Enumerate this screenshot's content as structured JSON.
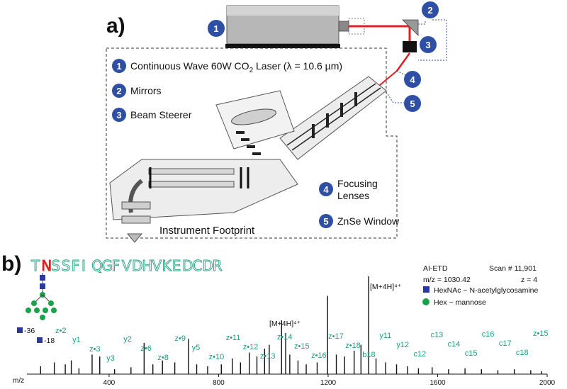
{
  "panel_a": {
    "label": "a)",
    "badges": [
      "1",
      "2",
      "3",
      "4",
      "5"
    ],
    "legend": [
      {
        "num": "1",
        "text": "Continuous Wave 60W CO",
        "sub": "2",
        "tail": " Laser (λ = 10.6 µm)"
      },
      {
        "num": "2",
        "text": "Mirrors"
      },
      {
        "num": "3",
        "text": "Beam Steerer"
      }
    ],
    "legend_right": [
      {
        "num": "4",
        "lines": [
          "Focusing",
          "Lenses"
        ]
      },
      {
        "num": "5",
        "lines": [
          "ZnSe Window"
        ]
      }
    ],
    "footprint_label": "Instrument Footprint"
  },
  "panel_b": {
    "label": "b)",
    "sequence": [
      "T",
      "N",
      "S",
      "S",
      "F",
      "I",
      "Q",
      "G",
      "F",
      "V",
      "D",
      "H",
      "V",
      "K",
      "E",
      "D",
      "C",
      "D",
      "R"
    ],
    "sequence_highlight_index": 1,
    "method": "AI-ETD",
    "scan": "Scan # 11,901",
    "mz_label": "m/z = 1030.42",
    "charge": "z = 4",
    "legend": [
      {
        "shape": "square",
        "text": "HexNAc ~ N-acetylglycosamine"
      },
      {
        "shape": "circle",
        "text": "Hex ~ mannose"
      }
    ],
    "precursor_labels": [
      "[M+4H]⁴⁺",
      "[M+4H]⁴⁺"
    ],
    "neutral_losses": [
      "-36",
      "-18"
    ],
    "colors": {
      "hexnac": "#2b3a9a",
      "hex": "#1aa24a",
      "fragment": "#1f9e7d",
      "badge": "#2e4fa3",
      "laser": "#e02020",
      "asn_highlight": "#e02020"
    }
  },
  "chart_data": {
    "type": "bar",
    "title": "",
    "xlabel": "m/z",
    "ylabel": "",
    "xlim": [
      100,
      2000
    ],
    "xticks": [
      "400",
      "800",
      "1200",
      "1600",
      "2000"
    ],
    "fragment_labels": [
      "z•2",
      "y1",
      "z•3",
      "y3",
      "y2",
      "z•6",
      "z•8",
      "z•9",
      "y5",
      "z•10",
      "z•11",
      "z•12",
      "z•13",
      "z•14",
      "z•15",
      "z•16",
      "z•17",
      "z•18",
      "b18",
      "y11",
      "y12",
      "c12",
      "c13",
      "c14",
      "c15",
      "c16",
      "c17",
      "c18",
      "z•15"
    ],
    "peaks": [
      {
        "mz": 150,
        "rel": 0.08
      },
      {
        "mz": 200,
        "rel": 0.12
      },
      {
        "mz": 240,
        "rel": 0.1
      },
      {
        "mz": 262,
        "rel": 0.14
      },
      {
        "mz": 290,
        "rel": 0.06
      },
      {
        "mz": 338,
        "rel": 0.2
      },
      {
        "mz": 366,
        "rel": 0.18
      },
      {
        "mz": 420,
        "rel": 0.05
      },
      {
        "mz": 480,
        "rel": 0.07
      },
      {
        "mz": 528,
        "rel": 0.32
      },
      {
        "mz": 560,
        "rel": 0.1
      },
      {
        "mz": 595,
        "rel": 0.14
      },
      {
        "mz": 640,
        "rel": 0.12
      },
      {
        "mz": 690,
        "rel": 0.36
      },
      {
        "mz": 720,
        "rel": 0.1
      },
      {
        "mz": 760,
        "rel": 0.08
      },
      {
        "mz": 810,
        "rel": 0.1
      },
      {
        "mz": 850,
        "rel": 0.16
      },
      {
        "mz": 880,
        "rel": 0.12
      },
      {
        "mz": 912,
        "rel": 0.22
      },
      {
        "mz": 940,
        "rel": 0.18
      },
      {
        "mz": 968,
        "rel": 0.26
      },
      {
        "mz": 985,
        "rel": 0.3
      },
      {
        "mz": 1030,
        "rel": 0.55
      },
      {
        "mz": 1045,
        "rel": 0.42
      },
      {
        "mz": 1060,
        "rel": 0.2
      },
      {
        "mz": 1090,
        "rel": 0.14
      },
      {
        "mz": 1120,
        "rel": 0.1
      },
      {
        "mz": 1160,
        "rel": 0.12
      },
      {
        "mz": 1198,
        "rel": 0.8
      },
      {
        "mz": 1230,
        "rel": 0.2
      },
      {
        "mz": 1260,
        "rel": 0.18
      },
      {
        "mz": 1295,
        "rel": 0.24
      },
      {
        "mz": 1320,
        "rel": 0.3
      },
      {
        "mz": 1348,
        "rel": 1.0
      },
      {
        "mz": 1375,
        "rel": 0.16
      },
      {
        "mz": 1410,
        "rel": 0.12
      },
      {
        "mz": 1450,
        "rel": 0.1
      },
      {
        "mz": 1490,
        "rel": 0.08
      },
      {
        "mz": 1530,
        "rel": 0.06
      },
      {
        "mz": 1580,
        "rel": 0.07
      },
      {
        "mz": 1640,
        "rel": 0.05
      },
      {
        "mz": 1700,
        "rel": 0.06
      },
      {
        "mz": 1760,
        "rel": 0.05
      },
      {
        "mz": 1820,
        "rel": 0.04
      },
      {
        "mz": 1880,
        "rel": 0.05
      },
      {
        "mz": 1940,
        "rel": 0.04
      },
      {
        "mz": 1980,
        "rel": 0.03
      }
    ]
  }
}
